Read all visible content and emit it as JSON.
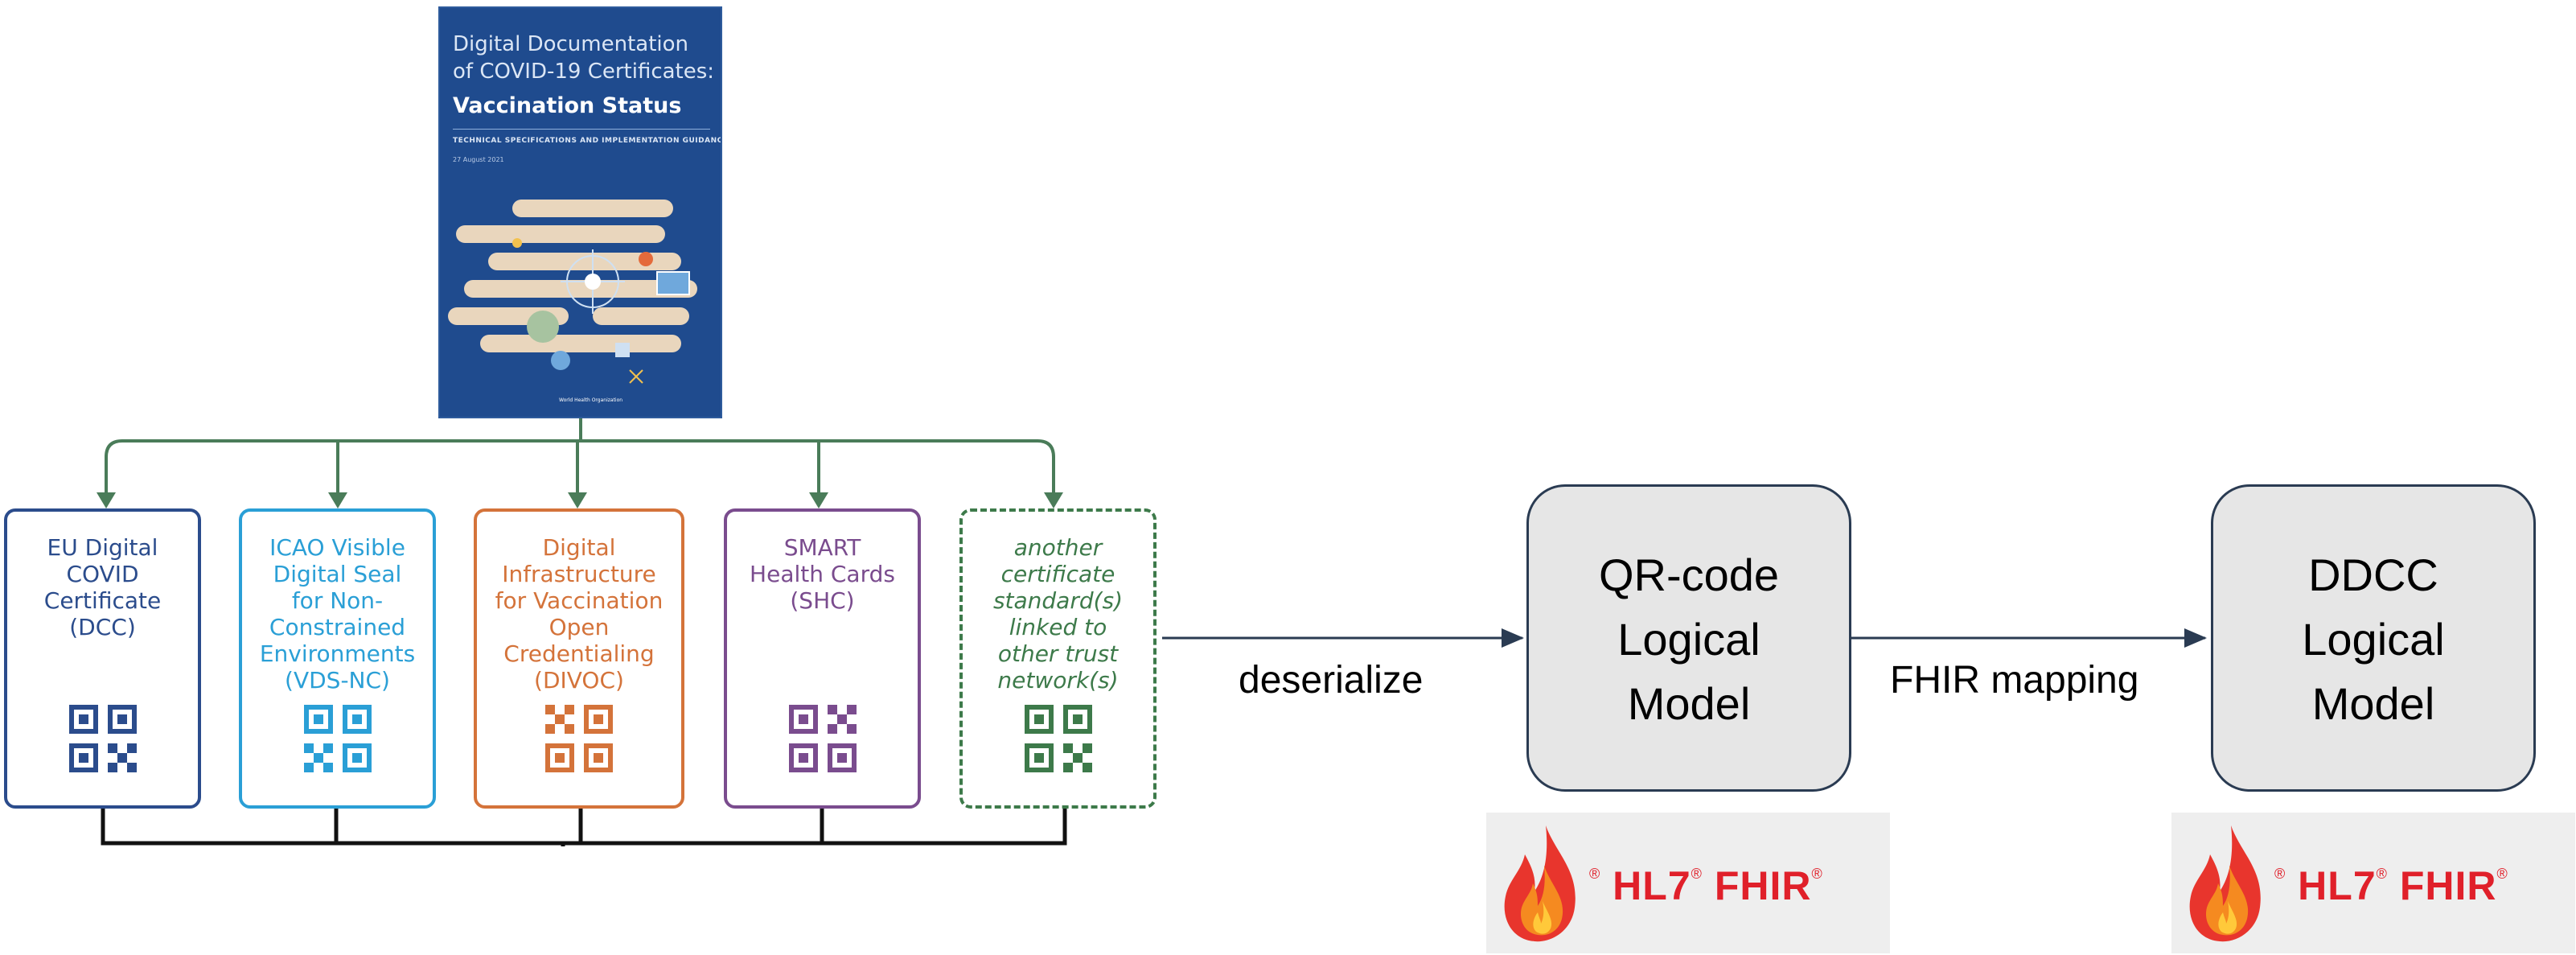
{
  "cover": {
    "title_line1": "Digital Documentation",
    "title_line2": "of COVID-19 Certificates:",
    "title_bold": "Vaccination Status",
    "subtitle": "TECHNICAL SPECIFICATIONS AND IMPLEMENTATION GUIDANCE",
    "date": "27 August 2021",
    "logo_text": "World Health Organization"
  },
  "standards": [
    {
      "id": "dcc",
      "lines": [
        "EU Digital",
        "COVID",
        "Certificate",
        "(DCC)"
      ],
      "color": "#2b4c8c",
      "italic": false,
      "dashed": false
    },
    {
      "id": "vds-nc",
      "lines": [
        "ICAO Visible",
        "Digital Seal",
        "for Non-",
        "Constrained",
        "Environments",
        "(VDS-NC)"
      ],
      "color": "#2a9fd6",
      "italic": false,
      "dashed": false
    },
    {
      "id": "divoc",
      "lines": [
        "Digital",
        "Infrastructure",
        "for Vaccination",
        "Open",
        "Credentialing",
        "(DIVOC)"
      ],
      "color": "#d4733a",
      "italic": false,
      "dashed": false
    },
    {
      "id": "shc",
      "lines": [
        "SMART",
        "Health Cards",
        "(SHC)"
      ],
      "color": "#7a4c8e",
      "italic": false,
      "dashed": false
    },
    {
      "id": "other",
      "lines": [
        "another",
        "certificate",
        "standard(s)",
        "linked to",
        "other trust",
        "network(s)"
      ],
      "color": "#3d7a4a",
      "italic": true,
      "dashed": true
    }
  ],
  "edges": {
    "deserialize": "deserialize",
    "fhir_mapping": "FHIR mapping"
  },
  "models": {
    "qr": [
      "QR-code",
      "Logical",
      "Model"
    ],
    "ddcc": [
      "DDCC",
      "Logical",
      "Model"
    ]
  },
  "fhir_logo": {
    "hl7": "HL7",
    "fhir": "FHIR",
    "reg": "®"
  },
  "colors": {
    "tree_green": "#4a7c59",
    "arrow_dark": "#2a3b52",
    "bracket_black": "#111111",
    "fhir_red": "#e0202a"
  },
  "icons": {
    "qr": "qr-code-icon",
    "flame": "fhir-flame-icon"
  }
}
